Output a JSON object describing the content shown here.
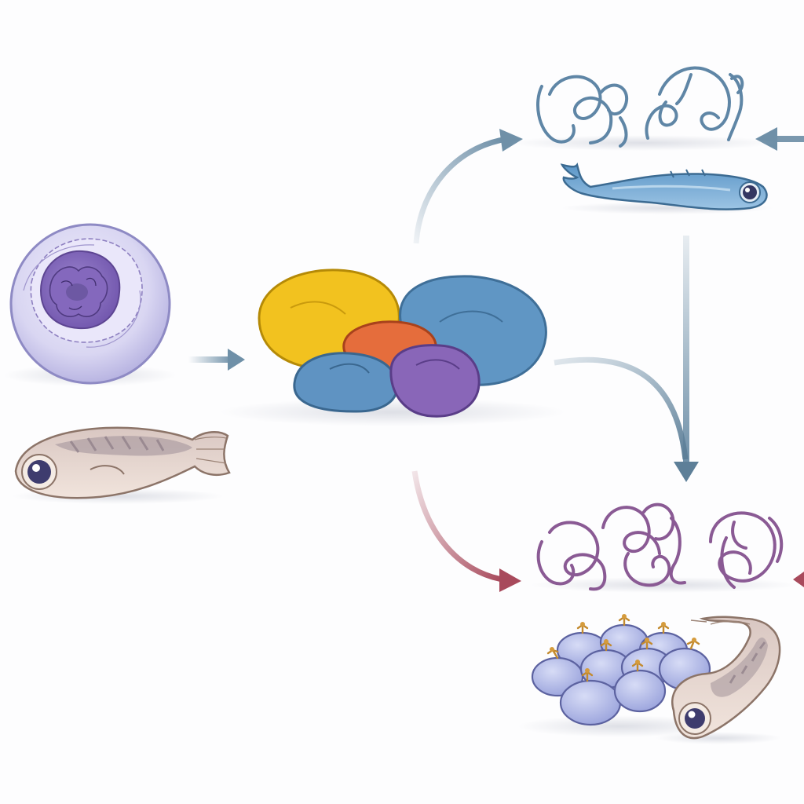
{
  "diagram": {
    "palette": {
      "background": "#fdfdfe",
      "arrow_blue": "#6f90a8",
      "arrow_red": "#b05a6a",
      "coil_blue": "#5f86a6",
      "coil_purple": "#8a5a94",
      "cell_membrane": "#c9c7ea",
      "nucleus": "#8a6cc0",
      "complex_yellow": "#f2c21f",
      "complex_orange": "#e56d3c",
      "complex_blue": "#5f93c2",
      "complex_purple": "#8966b8",
      "fish_beige": "#e8d8cf",
      "fish_blue": "#73a8d2",
      "egg_lavender": "#aab2e4"
    },
    "nodes": [
      {
        "id": "cell",
        "icon": "cell-icon"
      },
      {
        "id": "larval-fish",
        "icon": "fish-icon"
      },
      {
        "id": "protein-complex",
        "icon": "protein-complex-icon"
      },
      {
        "id": "blue-coils",
        "icon": "chromatin-coil-icon"
      },
      {
        "id": "blue-fish",
        "icon": "fish-icon"
      },
      {
        "id": "purple-coils",
        "icon": "chromatin-coil-icon"
      },
      {
        "id": "egg-cluster",
        "icon": "egg-cluster-icon"
      },
      {
        "id": "juvenile-fish",
        "icon": "fish-icon"
      }
    ],
    "edges": [
      {
        "from": "cell",
        "to": "protein-complex",
        "style": "blue"
      },
      {
        "from": "protein-complex",
        "to": "blue-coils",
        "style": "blue"
      },
      {
        "from": "right-edge",
        "to": "blue-coils",
        "style": "blue"
      },
      {
        "from": "blue-fish",
        "to": "purple-coils",
        "style": "blue"
      },
      {
        "from": "protein-complex",
        "to": "purple-coils",
        "style": "blue"
      },
      {
        "from": "protein-complex",
        "to": "purple-coils",
        "style": "red"
      },
      {
        "from": "right-edge",
        "to": "purple-coils",
        "style": "red"
      }
    ]
  }
}
